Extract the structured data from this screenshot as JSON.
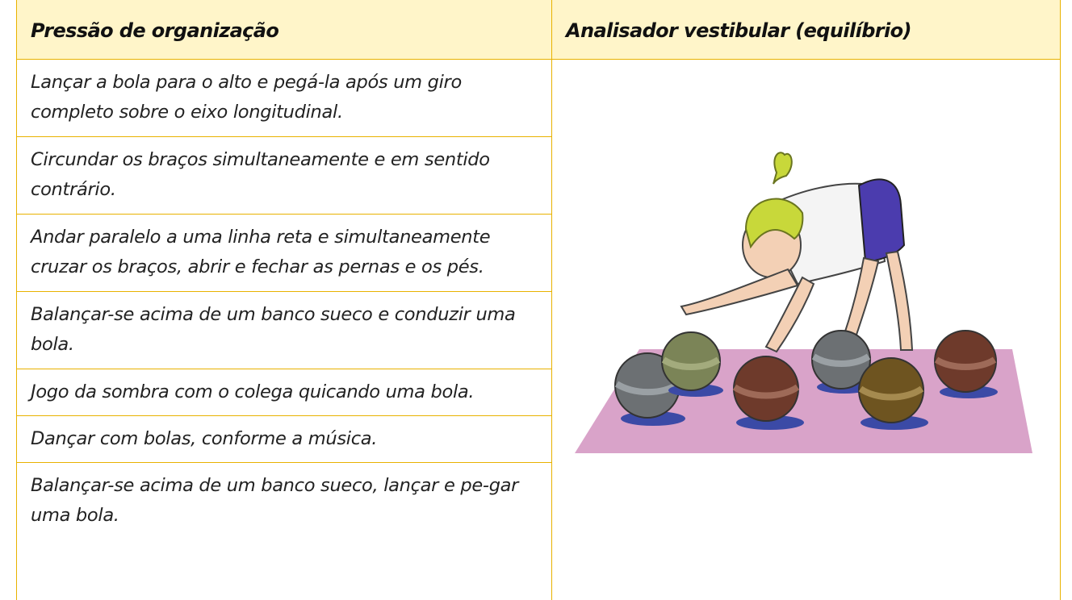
{
  "table": {
    "headers": [
      "Pressão de organização",
      "Analisador vestibular (equilíbrio)"
    ],
    "rows": [
      "Lançar a bola para o alto e pegá-la após um giro completo sobre o eixo longitudinal.",
      "Circundar os braços simultaneamente e em sentido contrário.",
      "Andar paralelo a uma linha reta e simultaneamente cruzar os braços, abrir e fechar as pernas e os pés.",
      "Balançar-se acima de um banco sueco e conduzir uma bola.",
      "Jogo da sombra com o colega quicando uma bola.",
      "Dançar com bolas, conforme a música.",
      "Balançar-se acima de um banco sueco, lançar e pe-gar uma bola."
    ]
  },
  "colors": {
    "border": "#e9b200",
    "header_bg": "#fff5c9",
    "mat": "#d9a3c9"
  }
}
